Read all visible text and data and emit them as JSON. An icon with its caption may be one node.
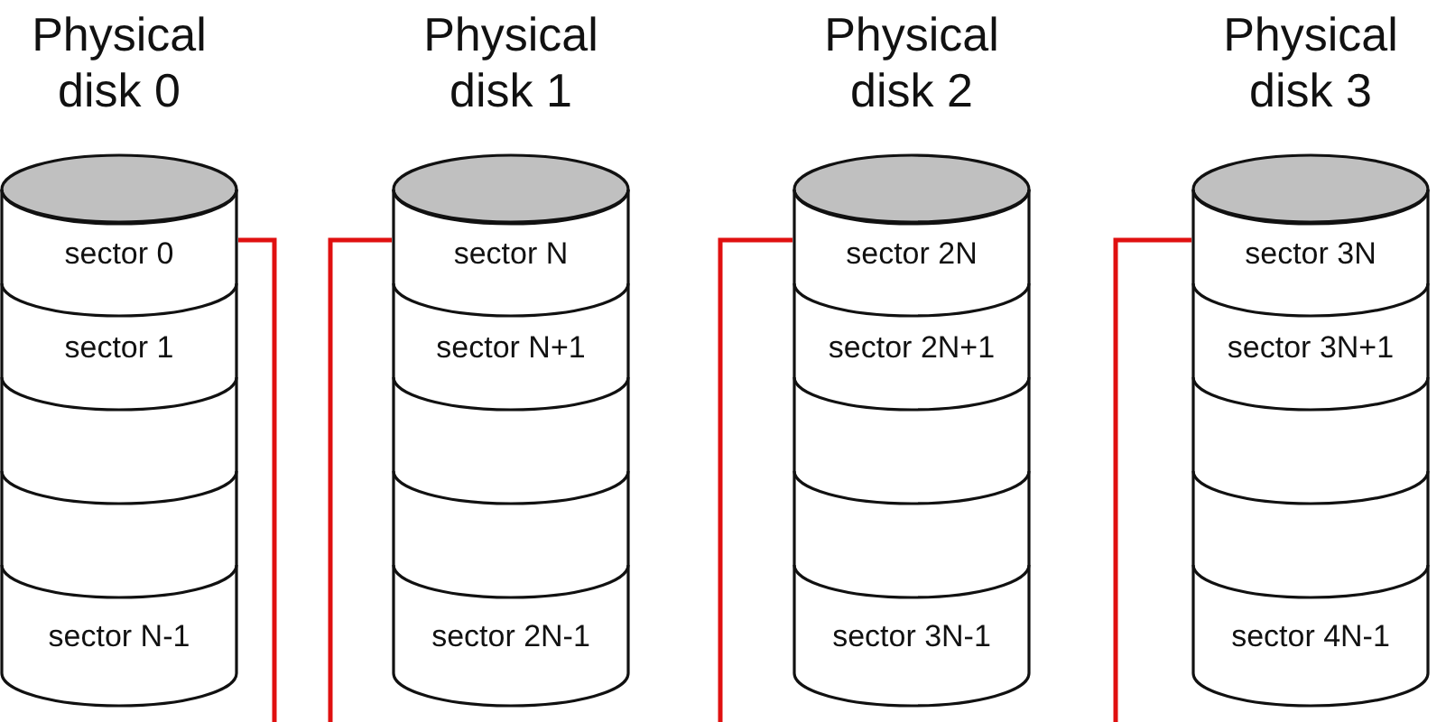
{
  "diagram": {
    "nodes": [
      {
        "text": [
          "Physical disk 0"
        ]
      },
      {
        "text": [
          "sector 0"
        ],
        "in": 0
      },
      {
        "text": [
          "sector 1"
        ],
        "in": 0
      },
      {
        "text": [],
        "shape": "band",
        "in": 0
      },
      {
        "text": [],
        "shape": "band",
        "in": 0
      },
      {
        "text": [
          "sector N-1"
        ],
        "in": 0
      },
      {
        "text": [
          "Physical disk 1"
        ]
      },
      {
        "text": [
          "sector N"
        ],
        "in": 6
      },
      {
        "text": [
          "sector N+1"
        ],
        "in": 6
      },
      {
        "text": [],
        "shape": "band",
        "in": 6
      },
      {
        "text": [],
        "shape": "band",
        "in": 6
      },
      {
        "text": [
          "sector 2N-1"
        ],
        "in": 6
      },
      {
        "text": [
          "Physical disk 2"
        ]
      },
      {
        "text": [
          "sector 2N"
        ],
        "in": 12
      },
      {
        "text": [
          "sector 2N+1"
        ],
        "in": 12
      },
      {
        "text": [],
        "shape": "band",
        "in": 12
      },
      {
        "text": [],
        "shape": "band",
        "in": 12
      },
      {
        "text": [
          "sector 3N-1"
        ],
        "in": 12
      },
      {
        "text": [
          "Physical disk 3"
        ]
      },
      {
        "text": [
          "sector 3N"
        ],
        "in": 18
      },
      {
        "text": [
          "sector 3N+1"
        ],
        "in": 18
      },
      {
        "text": [],
        "shape": "band",
        "in": 18
      },
      {
        "text": [],
        "shape": "band",
        "in": 18
      },
      {
        "text": [
          "sector 4N-1"
        ],
        "in": 18
      }
    ],
    "edges": [
      {
        "from": 1,
        "to": null,
        "arrow": "none",
        "color": "#e01010"
      },
      {
        "from": 7,
        "to": null,
        "arrow": "none",
        "color": "#e01010"
      },
      {
        "from": 13,
        "to": null,
        "arrow": "none",
        "color": "#e01010"
      },
      {
        "from": 19,
        "to": null,
        "arrow": "none",
        "color": "#e01010"
      }
    ]
  }
}
